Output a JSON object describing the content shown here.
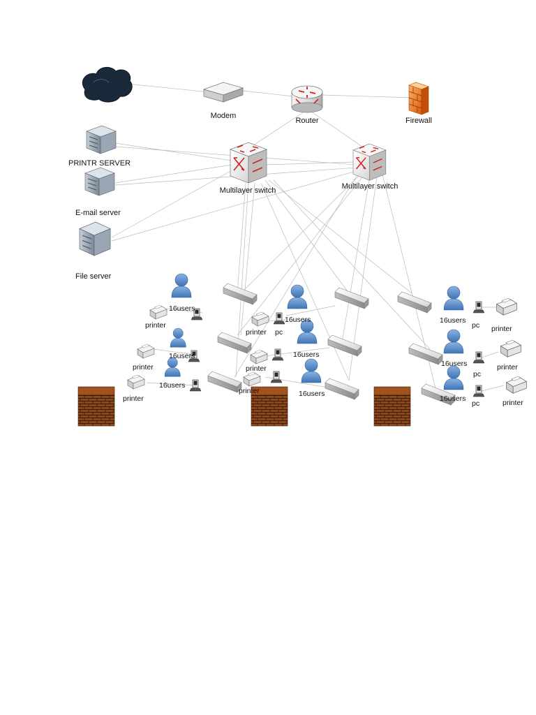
{
  "core": {
    "modem": "Modem",
    "router": "Router",
    "firewall": "Firewall"
  },
  "servers": {
    "print": "PRINTR SERVER",
    "email": "E-mail server",
    "file": "File server"
  },
  "switches": {
    "left": "Multilayer switch",
    "right": "Multilayer switch"
  },
  "access": {
    "users_label": "16users",
    "printer_label": "printer",
    "pc_label": "pc"
  },
  "colors": {
    "cloud": "#1a2a3a",
    "firewall": "#ee7a22",
    "user": "#5b8fcb",
    "brick": "#8a4a1e",
    "link": "#b9b9b9"
  }
}
